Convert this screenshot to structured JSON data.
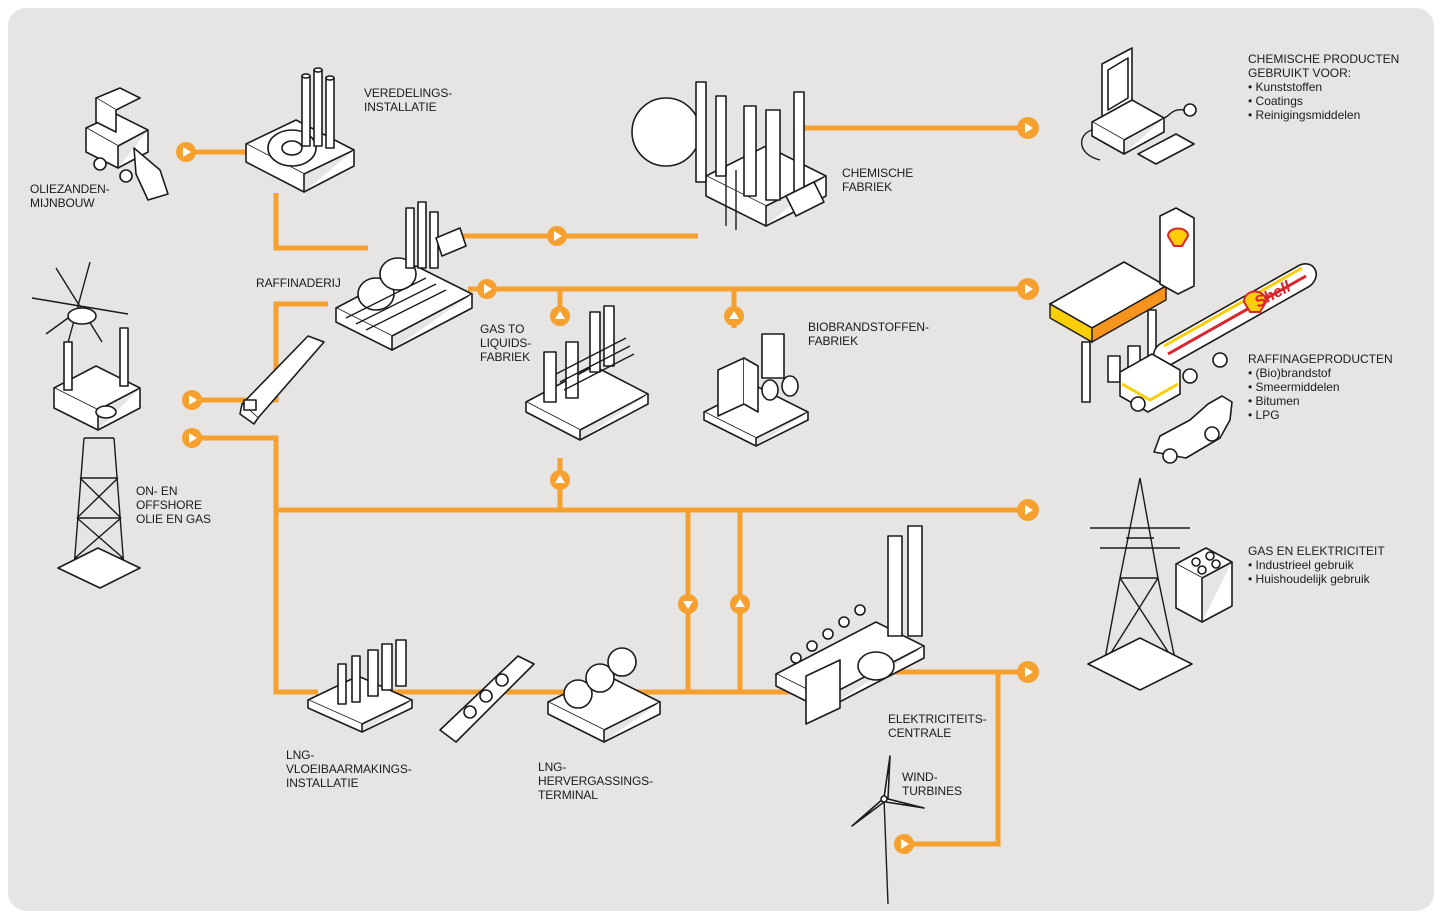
{
  "labels": {
    "oliezanden": "OLIEZANDEN-\nMIJNBOUW",
    "veredeling": "VEREDELINGS-\nINSTALLATIE",
    "raffinaderij": "RAFFINADERIJ",
    "chemische_fabriek": "CHEMISCHE\nFABRIEK",
    "gtl": "GAS TO\nLIQUIDS-\nFABRIEK",
    "biobrandstoffen": "BIOBRANDSTOFFEN-\nFABRIEK",
    "on_offshore": "ON- EN\nOFFSHORE\nOLIE EN GAS",
    "lng_vloeibaar": "LNG-\nVLOEIBAARMAKINGS-\nINSTALLATIE",
    "lng_hervergassing": "LNG-\nHERVERGASSINGS-\nTERMINAL",
    "elektriciteitscentrale": "ELEKTRICITEITS-\nCENTRALE",
    "windturbines": "WIND-\nTURBINES"
  },
  "products": [
    {
      "title": "CHEMISCHE PRODUCTEN\nGEBRUIKT VOOR:",
      "items": [
        "Kunststoffen",
        "Coatings",
        "Reinigingsmiddelen"
      ]
    },
    {
      "title": "RAFFINAGEPRODUCTEN",
      "items": [
        "(Bio)brandstof",
        "Smeermiddelen",
        "Bitumen",
        "LPG"
      ]
    },
    {
      "title": "GAS EN ELEKTRICITEIT",
      "items": [
        "Industrieel gebruik",
        "Huishoudelijk gebruik"
      ]
    }
  ],
  "brand": {
    "logo_text": "Shell"
  },
  "colors": {
    "pipe": "#f5a02f",
    "background": "#e6e5e3",
    "line": "#1b1b1b",
    "brand_red": "#d9262e",
    "brand_yellow": "#fbce07"
  }
}
